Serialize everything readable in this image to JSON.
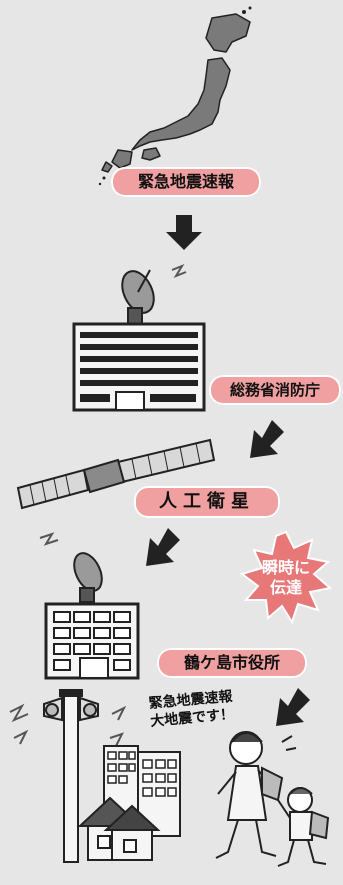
{
  "labels": {
    "jma": "緊急地震速報",
    "mic": "総務省消防庁",
    "satellite": "人工衛星",
    "city": "鶴ケ島市役所"
  },
  "burst": {
    "line1": "瞬時に",
    "line2": "伝達"
  },
  "speech": {
    "line1": "緊急地震速報",
    "line2": "大地震です！"
  },
  "colors": {
    "background": "#e6e6e6",
    "label_fill": "#f0a0a0",
    "burst_fill": "#e87878",
    "dark": "#222222"
  },
  "icons": [
    "japan-map-icon",
    "satellite-dish-icon",
    "building-icon",
    "satellite-icon",
    "loudspeaker-icon",
    "house-icon",
    "family-icon",
    "arrow-down-icon"
  ]
}
